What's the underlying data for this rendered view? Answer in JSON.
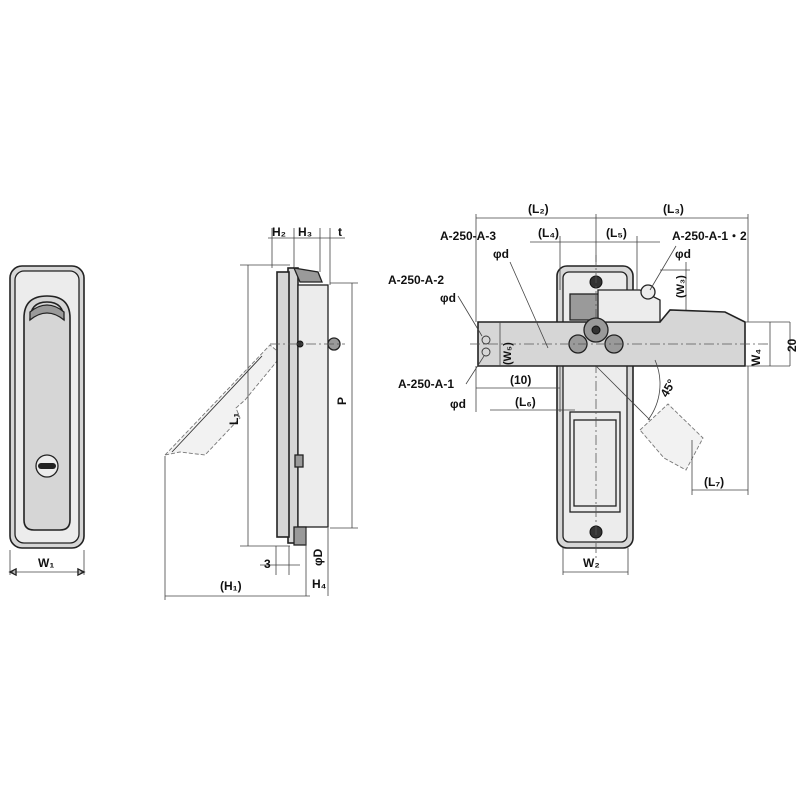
{
  "labels": {
    "front_w1": "W₁",
    "side_h2": "H₂",
    "side_h3": "H₃",
    "side_t": "t",
    "side_l1": "L₁",
    "side_p": "P",
    "side_3": "3",
    "side_phi_d_upper": "φD",
    "side_h4": "H₄",
    "side_h1": "(H₁)",
    "rear_l2": "(L₂)",
    "rear_l3": "(L₃)",
    "rear_l4": "(L₄)",
    "rear_l5": "(L₅)",
    "rear_w3": "(W₃)",
    "rear_w5": "(W₅)",
    "rear_w4": "W₄",
    "rear_20": "20",
    "rear_10": "(10)",
    "rear_l6": "(L₆)",
    "rear_45": "45°",
    "rear_l7": "(L₇)",
    "rear_w2": "W₂",
    "callout_a3": "A-250-A-3",
    "callout_a3_d": "φd",
    "callout_a2": "A-250-A-2",
    "callout_a2_d": "φd",
    "callout_a1": "A-250-A-1",
    "callout_a1_d": "φd",
    "callout_a12": "A-250-A-1・2",
    "callout_a12_d": "φd"
  }
}
